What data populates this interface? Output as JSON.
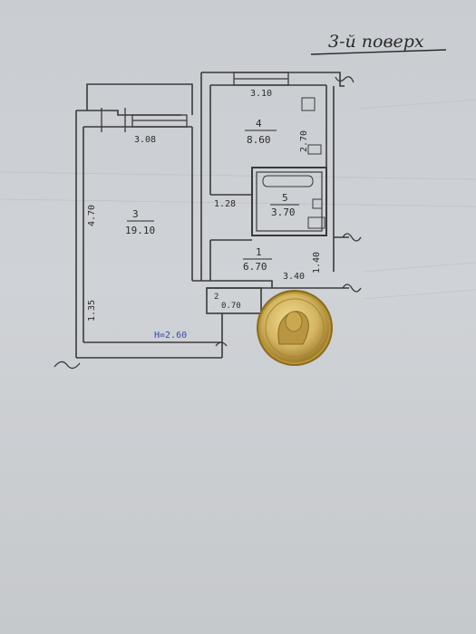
{
  "header": {
    "floor_note": "3-й поверх"
  },
  "rooms": [
    {
      "number": "1",
      "area": "6.70"
    },
    {
      "number": "2",
      "area": "0.70"
    },
    {
      "number": "3",
      "area": "19.10"
    },
    {
      "number": "4",
      "area": "8.60"
    },
    {
      "number": "5",
      "area": "3.70"
    }
  ],
  "dimensions": {
    "kitchen_top": "3.10",
    "room3_top": "3.08",
    "room3_left": "4.70",
    "room3_left_lower": "1.35",
    "kitchen_right": "2.70",
    "bath_left": "1.28",
    "hall_bottom": "3.40",
    "hall_right": "1.40"
  },
  "height_note": "H=2.60",
  "colors": {
    "ink": "#2b2b2b",
    "blue_ink": "#3a4aa8",
    "coin_rim": "#c9a23a",
    "coin_face": "#d9bf6a"
  }
}
